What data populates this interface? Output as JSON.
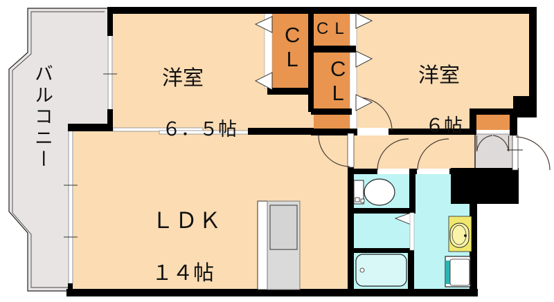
{
  "floorplan": {
    "balcony": {
      "label": "バルコニー"
    },
    "western_room_1": {
      "name": "洋室",
      "size": "６．５帖"
    },
    "western_room_2": {
      "name": "洋室",
      "size": "６帖"
    },
    "ldk": {
      "name": "ＬＤＫ",
      "size": "１４帖"
    },
    "closet_left": {
      "label": "CL"
    },
    "closet_mid_top": {
      "label": "CL"
    },
    "closet_mid_bottom": {
      "label": "CL"
    },
    "colors": {
      "room": "#fbdcb3",
      "closet": "#e9954f",
      "balcony": "#e8e4e4",
      "entrance": "#dedad9",
      "wet": "#bef4f4",
      "vanity": "#f0e76e",
      "teal": "#29b6b6",
      "wall": "#000000"
    }
  }
}
